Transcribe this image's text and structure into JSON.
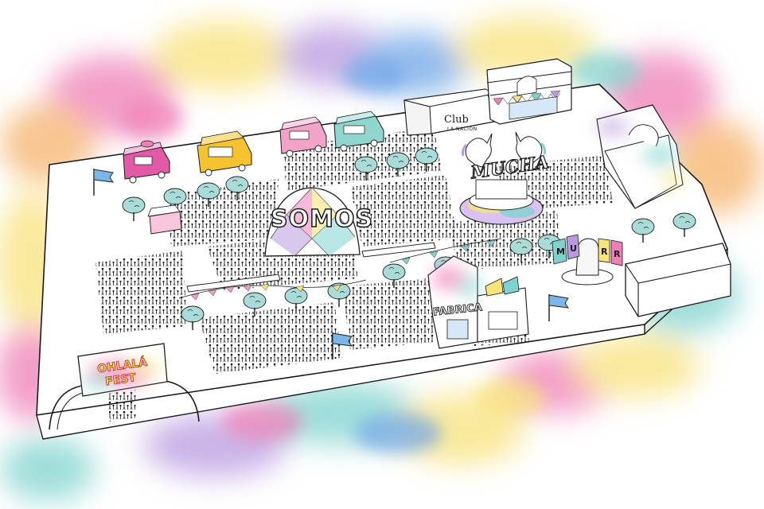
{
  "map": {
    "colors": {
      "pink": "#ef7fb6",
      "yellow": "#f8e27a",
      "teal": "#7fd3cf",
      "blue": "#6fa6e6",
      "purple": "#b99ae0",
      "orange": "#f6b26b",
      "tree": "#a9dcd8",
      "ink": "#1a1a1a"
    },
    "stages": {
      "somos_label": "SOMOS",
      "mucha_label": "MUCHA",
      "club_label": "Club",
      "club_sub_label": "LA NACIÓN",
      "fabrica_label": "FABRICA",
      "ohlala_line1": "OHLALÁ",
      "ohlala_line2": "FEST",
      "murr_letters": [
        "M",
        "U",
        "R",
        "R"
      ]
    },
    "icons": {
      "flag": "flag-icon",
      "tree": "tree-icon",
      "unicorn": "unicorn-icon",
      "food_truck": "food-truck-icon",
      "crowd": "crowd-icon"
    }
  }
}
